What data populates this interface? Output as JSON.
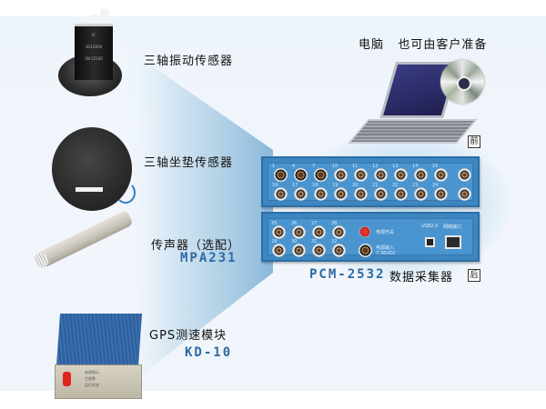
{
  "sensors": [
    {
      "name": "三轴振动传感器",
      "model": ""
    },
    {
      "name": "三轴坐垫传感器",
      "model": ""
    },
    {
      "name": "传声器（选配）",
      "model": "MPA231"
    },
    {
      "name": "GPS测速模块",
      "model": "KD-10"
    }
  ],
  "computer": {
    "label": "电脑   也可由客户准备"
  },
  "daq": {
    "label_model": "PCM-2532",
    "label_name": "数据采集器",
    "front_tag": "前",
    "rear_tag": "后",
    "front_channels_row1": [
      "1",
      "4",
      "7",
      "10",
      "11",
      "12",
      "13",
      "14",
      "15"
    ],
    "front_channels_row2": [
      "16",
      "17",
      "18",
      "19",
      "20",
      "21",
      "22",
      "23",
      "24"
    ],
    "rear_channels_row1": [
      "25",
      "26",
      "27",
      "28"
    ],
    "rear_channels_row2": [
      "29",
      "30",
      "31",
      "32"
    ],
    "rear_labels": {
      "power_switch": "电源开关",
      "power_input": "电源输入",
      "power_voltage": "7-36VDC",
      "usb": "USB2.0",
      "network": "网络接口"
    }
  },
  "accelerometer_text": [
    "IC",
    "3D1400S",
    "SN:12100"
  ],
  "gps_text": [
    "电源指示",
    "主星数",
    "运行状态"
  ],
  "colors": {
    "accent": "#2d6aa3",
    "panel": "#3d86c0",
    "background": "#eef4fb"
  }
}
